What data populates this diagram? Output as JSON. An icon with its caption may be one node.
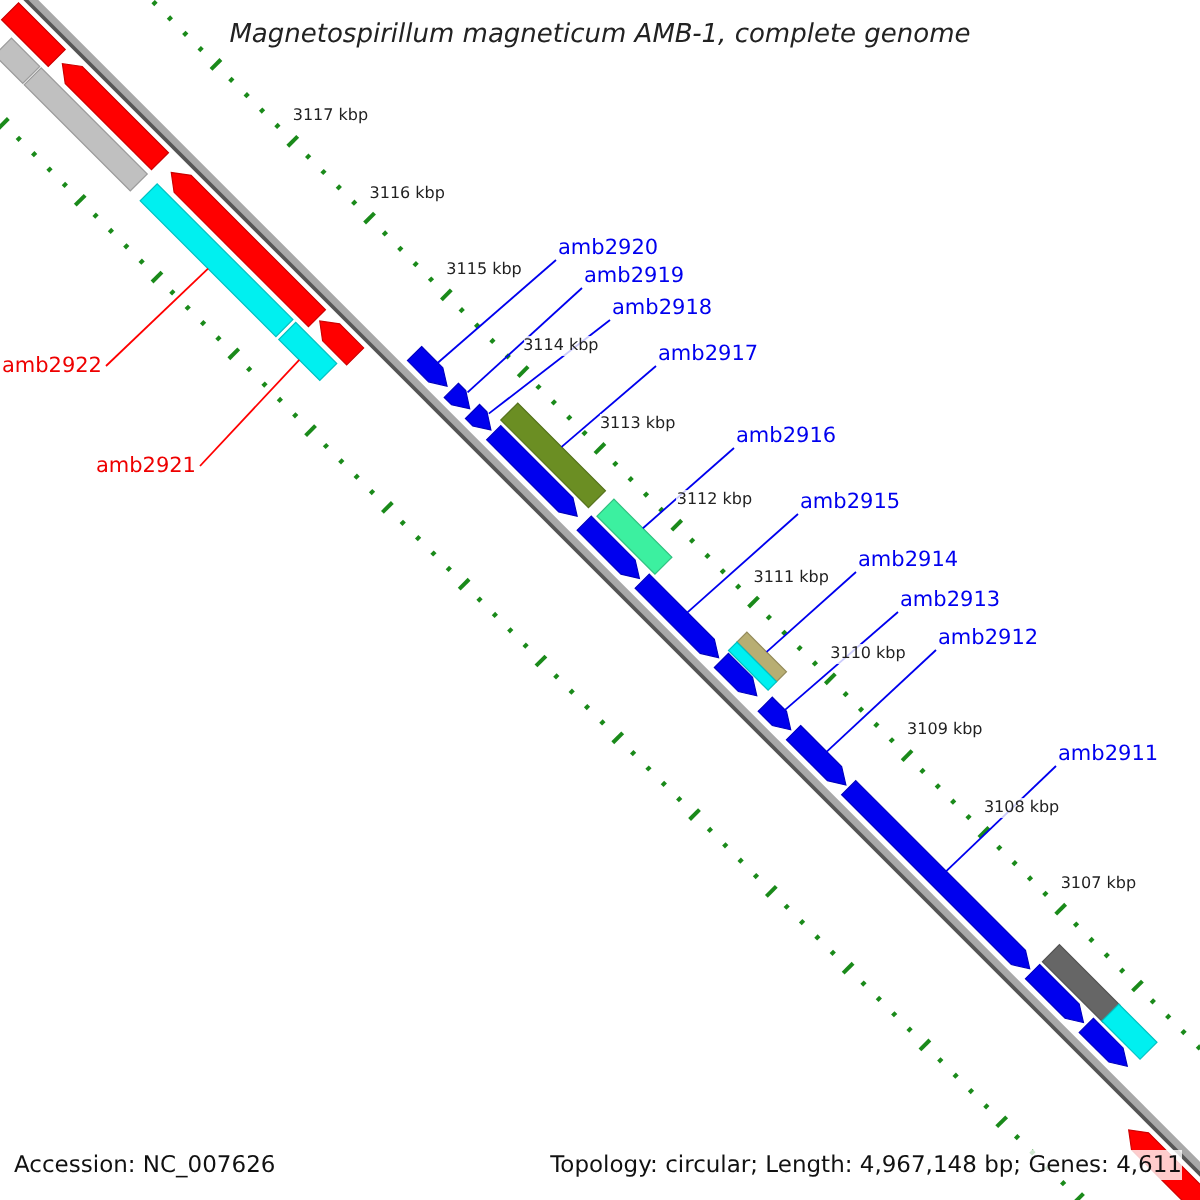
{
  "diagram": {
    "title": "Magnetospirillum magneticum AMB-1, complete genome",
    "nodes": [
      {
        "text": [
          "amb2920"
        ]
      },
      {
        "text": [
          "amb2919"
        ]
      },
      {
        "text": [
          "amb2918"
        ]
      },
      {
        "text": [
          "amb2917"
        ]
      },
      {
        "text": [
          "amb2922"
        ]
      },
      {
        "text": [
          "amb2916"
        ]
      },
      {
        "text": [
          "amb2921"
        ]
      },
      {
        "text": [
          "amb2915"
        ]
      },
      {
        "text": [
          "amb2914"
        ]
      },
      {
        "text": [
          "amb2913"
        ]
      },
      {
        "text": [
          "amb2912"
        ]
      },
      {
        "text": [
          "amb2911"
        ]
      },
      {
        "text": [],
        "shape": "bar"
      },
      {
        "text": [],
        "shape": "bar"
      },
      {
        "text": [],
        "shape": "bar"
      },
      {
        "text": [],
        "shape": "pentagon"
      },
      {
        "text": [],
        "shape": "bar"
      },
      {
        "text": [],
        "shape": "pentagon"
      },
      {
        "text": [],
        "shape": "bar"
      },
      {
        "text": [],
        "shape": "pentagon"
      },
      {
        "text": [],
        "shape": "pentagon"
      },
      {
        "text": [],
        "shape": "pentagon"
      },
      {
        "text": [],
        "shape": "pentagon"
      },
      {
        "text": [],
        "shape": "bar"
      },
      {
        "text": [],
        "shape": "pentagon"
      },
      {
        "text": [],
        "shape": "bar"
      },
      {
        "text": [],
        "shape": "pentagon"
      },
      {
        "text": [],
        "shape": "pentagon"
      },
      {
        "text": [],
        "shape": "bar"
      },
      {
        "text": [],
        "shape": "bar"
      },
      {
        "text": [],
        "shape": "pentagon"
      },
      {
        "text": [],
        "shape": "pentagon"
      },
      {
        "text": [],
        "shape": "pentagon"
      },
      {
        "text": [],
        "shape": "pentagon"
      },
      {
        "text": [],
        "shape": "bar"
      },
      {
        "text": [],
        "shape": "pentagon"
      },
      {
        "text": [],
        "shape": "bar"
      },
      {
        "text": [],
        "shape": "pentagon"
      },
      {
        "text": [],
        "shape": "pentagon"
      }
    ],
    "edges": [
      {
        "from": 4,
        "to": 16,
        "arrow": "none",
        "color": "#ff0000"
      },
      {
        "from": 6,
        "to": 18,
        "arrow": "none",
        "color": "#ff0000"
      },
      {
        "from": 0,
        "to": 20,
        "arrow": "none"
      },
      {
        "from": 1,
        "to": 21,
        "arrow": "none"
      },
      {
        "from": 2,
        "to": 22,
        "arrow": "none"
      },
      {
        "from": 3,
        "to": 23,
        "arrow": "none"
      },
      {
        "from": 5,
        "to": 25,
        "arrow": "none"
      },
      {
        "from": 7,
        "to": 27,
        "arrow": "none"
      },
      {
        "from": 8,
        "to": 28,
        "arrow": "none"
      },
      {
        "from": 9,
        "to": 31,
        "arrow": "none"
      },
      {
        "from": 10,
        "to": 32,
        "arrow": "none"
      },
      {
        "from": 11,
        "to": 33,
        "arrow": "none"
      }
    ],
    "labels": [
      "3117 kbp",
      "3116 kbp",
      "3115 kbp",
      "3114 kbp",
      "3113 kbp",
      "3112 kbp",
      "3111 kbp",
      "3110 kbp",
      "3109 kbp",
      "3108 kbp",
      "3107 kbp",
      "Accession: NC_007626",
      "Topology: circular; Length: 4,967,148 bp; Genes: 4,611"
    ]
  }
}
